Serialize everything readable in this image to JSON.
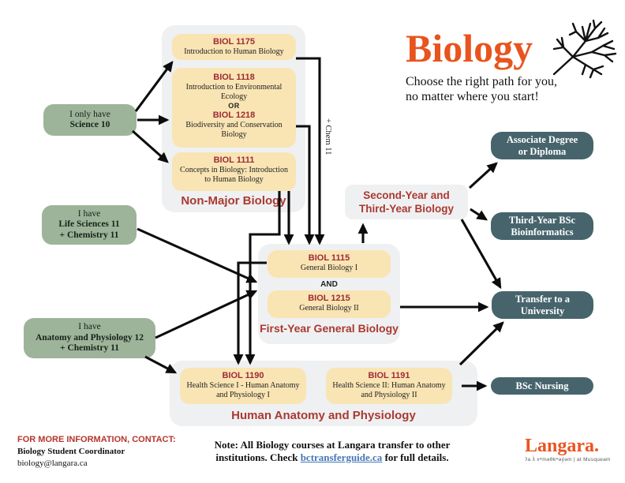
{
  "header": {
    "title": "Biology",
    "tagline_line1": "Choose the right path for you,",
    "tagline_line2": "no matter where you start!"
  },
  "entry_boxes": {
    "science10": {
      "line1": "I only have",
      "line2": "Science 10"
    },
    "lifesci": {
      "line1": "I have",
      "line2": "Life Sciences 11",
      "line3": "+ Chemistry 11"
    },
    "anatomy12": {
      "line1": "I have",
      "line2": "Anatomy and Physiology 12",
      "line3": "+ Chemistry 11"
    }
  },
  "groups": {
    "nonmajor": {
      "label": "Non-Major Biology",
      "b1175": {
        "code": "BIOL 1175",
        "name": "Introduction to Human Biology"
      },
      "b1118": {
        "code": "BIOL 1118",
        "name": "Introduction to Environmental Ecology"
      },
      "or_label": "OR",
      "b1218": {
        "code": "BIOL 1218",
        "name": "Biodiversity and Conservation Biology"
      },
      "b1111": {
        "code": "BIOL 1111",
        "name": "Concepts in Biology: Introduction to Human Biology"
      }
    },
    "firstyear": {
      "label": "First-Year General Biology",
      "and_label": "AND",
      "b1115": {
        "code": "BIOL 1115",
        "name": "General Biology I"
      },
      "b1215": {
        "code": "BIOL 1215",
        "name": "General Biology II"
      }
    },
    "anatomy": {
      "label": "Human Anatomy and Physiology",
      "b1190": {
        "code": "BIOL 1190",
        "name": "Health Science I - Human Anatomy and Physiology I"
      },
      "b1191": {
        "code": "BIOL 1191",
        "name": "Health Science II: Human Anatomy and Physiology II"
      }
    },
    "secondyear": {
      "line1": "Second-Year and",
      "line2": "Third-Year Biology"
    }
  },
  "outcomes": {
    "associate": {
      "line1": "Associate Degree",
      "line2": "or Diploma"
    },
    "bioinformatics": {
      "line1": "Third-Year BSc",
      "line2": "Bioinformatics"
    },
    "transfer": {
      "line1": "Transfer to a",
      "line2": "University"
    },
    "nursing": {
      "line1": "BSc Nursing"
    }
  },
  "annotations": {
    "chem11": "+ Chem 11"
  },
  "footer": {
    "contact_heading": "FOR MORE INFORMATION, CONTACT:",
    "contact_name": "Biology Student Coordinator",
    "contact_email": "biology@langara.ca",
    "note_part1": "Note: All Biology courses at Langara transfer to other institutions. Check ",
    "note_link": "bctransferguide.ca",
    "note_part2": " for full details."
  },
  "logo": {
    "wordmark": "Langara.",
    "tagline": "ʔa ƛ̓ xʷməθkʷəy̓əm   |   at Musqueam"
  },
  "colors": {
    "accent_orange": "#e8541d",
    "dark_red": "#9e2b33",
    "sage_green": "#9db49a",
    "teal": "#47646c",
    "group_gray": "#eff0f2",
    "course_cream": "#f9e4b4",
    "link_blue": "#4577b5"
  }
}
